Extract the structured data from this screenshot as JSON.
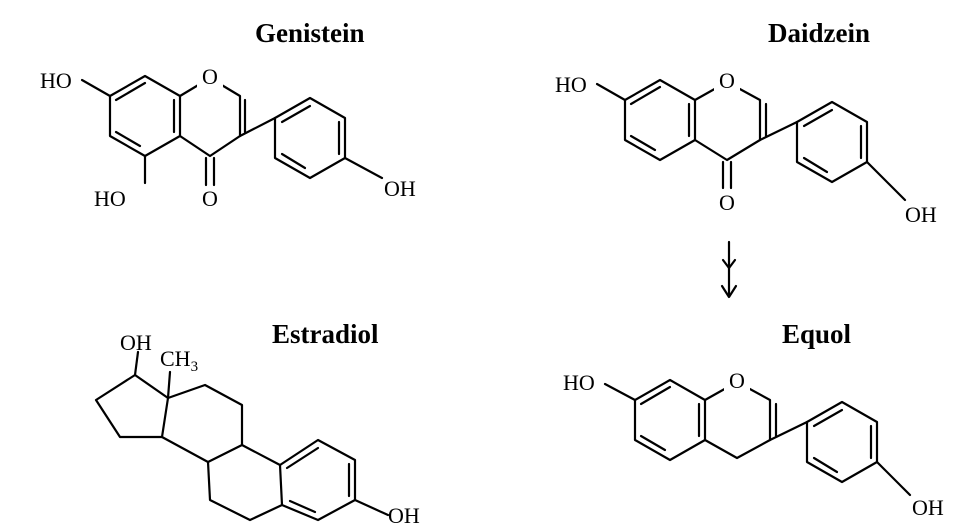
{
  "compounds": {
    "genistein": {
      "name": "Genistein",
      "labels": {
        "ho_7": "HO",
        "ho_5": "HO",
        "o_ring": "O",
        "o_carbonyl": "O",
        "oh_4p": "OH"
      }
    },
    "daidzein": {
      "name": "Daidzein",
      "labels": {
        "ho_7": "HO",
        "o_ring": "O",
        "o_carbonyl": "O",
        "oh_4p": "OH"
      }
    },
    "estradiol": {
      "name": "Estradiol",
      "labels": {
        "oh_17": "OH",
        "ch3": "CH",
        "ch3_sub": "3",
        "oh_3": "OH"
      }
    },
    "equol": {
      "name": "Equol",
      "labels": {
        "ho_7": "HO",
        "o_ring": "O",
        "oh_4p": "OH"
      }
    }
  },
  "conversion_arrow": {
    "from": "daidzein",
    "to": "equol"
  }
}
